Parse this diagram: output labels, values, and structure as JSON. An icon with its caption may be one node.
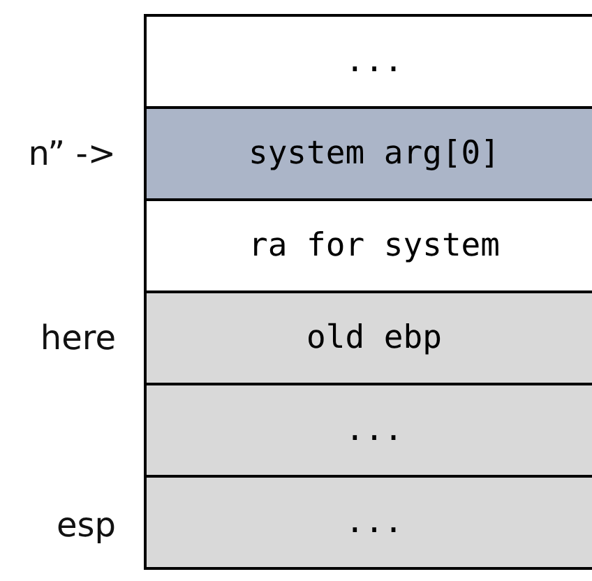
{
  "diagram": {
    "nodes": [
      {
        "text": [
          "..."
        ]
      },
      {
        "text": [
          "system arg[0]"
        ]
      },
      {
        "text": [
          "ra for system"
        ]
      },
      {
        "text": [
          "old ebp"
        ]
      },
      {
        "text": [
          "..."
        ]
      },
      {
        "text": [
          "..."
        ]
      }
    ],
    "labels": [
      "n” ->",
      "here",
      "esp"
    ]
  }
}
